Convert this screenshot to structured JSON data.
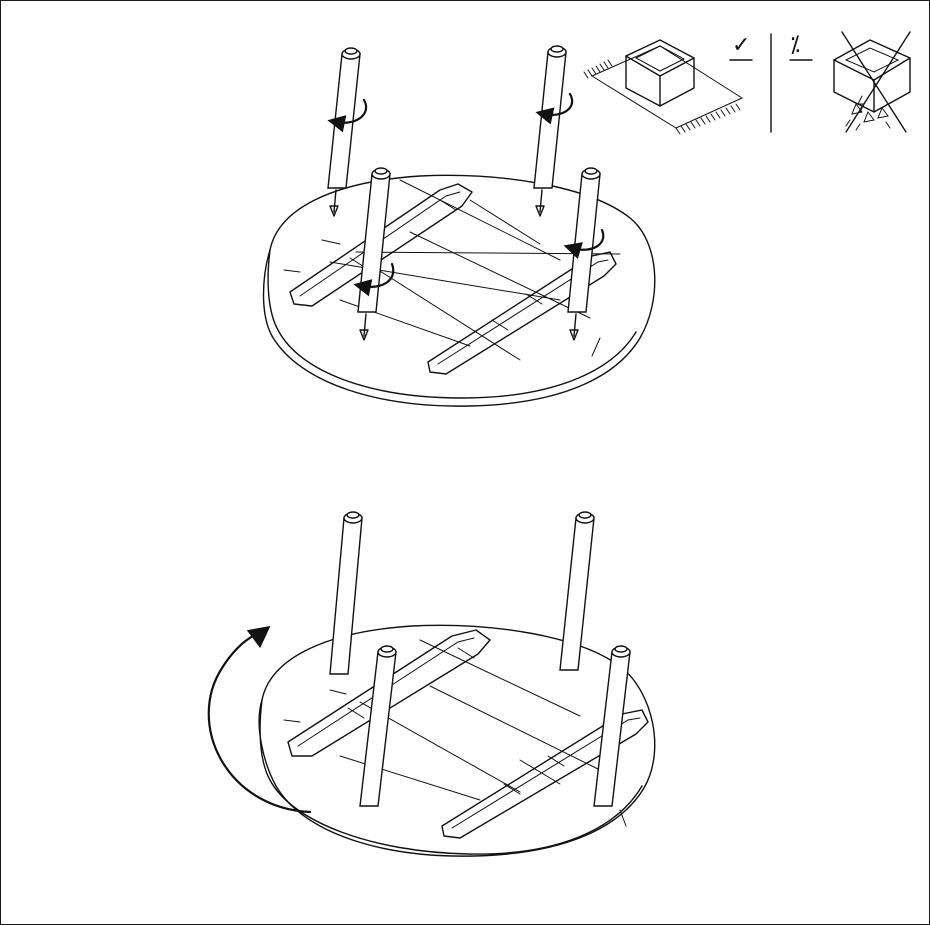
{
  "page": {
    "type": "assembly-instruction-illustration",
    "steps": 2
  },
  "care_panel": {
    "ok_symbol": "✓",
    "not_ok_symbol": "⁒",
    "ok_icon": "box-on-rug-icon",
    "not_ok_icon": "crossed-box-on-hard-floor-icon"
  },
  "step1": {
    "action": "screw-in-legs",
    "legs": 4,
    "rotation_arrows": 4
  },
  "step2": {
    "action": "flip-table-upright",
    "legs": 4,
    "rotation_arrows": 1
  },
  "colors": {
    "ink": "#111111",
    "paper": "#ffffff"
  }
}
